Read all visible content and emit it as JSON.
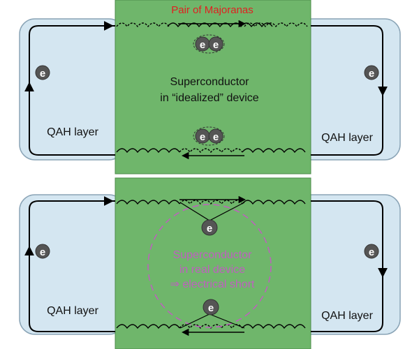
{
  "top_panel": {
    "title": "Pair of Majoranas",
    "sc_label_line1": "Superconductor",
    "sc_label_line2": "in “idealized” device",
    "left_qah_label": "QAH layer",
    "right_qah_label": "QAH layer",
    "electron_symbol": "e"
  },
  "bottom_panel": {
    "sc_label_line1": "Superconductor",
    "sc_label_line2": "in real device",
    "sc_label_line3": "⇒ electrical short",
    "left_qah_label": "QAH layer",
    "right_qah_label": "QAH layer",
    "electron_symbol": "e"
  },
  "colors": {
    "superconductor": "#6fb66b",
    "qah": "#d4e6f1",
    "title_red": "#e02020",
    "short_magenta": "#c05fc0",
    "electron": "#555555"
  }
}
